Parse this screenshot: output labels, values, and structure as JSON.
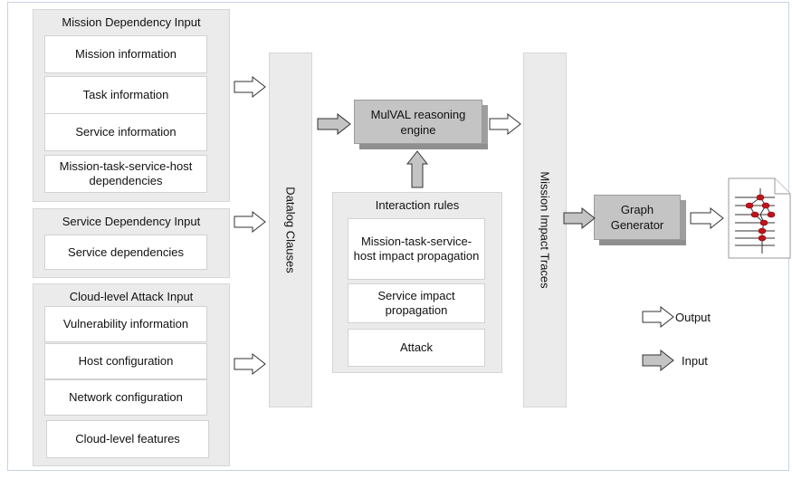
{
  "mission_dependency": {
    "title": "Mission Dependency Input",
    "items": [
      "Mission information",
      "Task information",
      "Service information",
      "Mission-task-service-host dependencies"
    ]
  },
  "service_dependency": {
    "title": "Service Dependency Input",
    "items": [
      "Service dependencies"
    ]
  },
  "attack_input": {
    "title": "Cloud-level Attack Input",
    "items": [
      "Vulnerability information",
      "Host configuration",
      "Network configuration",
      "Cloud-level features"
    ]
  },
  "datalog_label": "Datalog Clauses",
  "mulval_label": "MulVAL reasoning engine",
  "interaction": {
    "title": "Interaction rules",
    "items": [
      "Mission-task-service-host impact propagation",
      "Service impact propagation",
      "Attack"
    ]
  },
  "traces_label": "Mission Impact Traces",
  "graph_label": "Graph Generator",
  "legend": {
    "output_label": "Output",
    "input_label": "Input"
  },
  "colors": {
    "panel": "#ebebeb",
    "box3d": "#c4c4c4",
    "output_arrow": "#ffffff",
    "input_arrow": "#c4c4c4",
    "graph_node": "#c0141a"
  }
}
